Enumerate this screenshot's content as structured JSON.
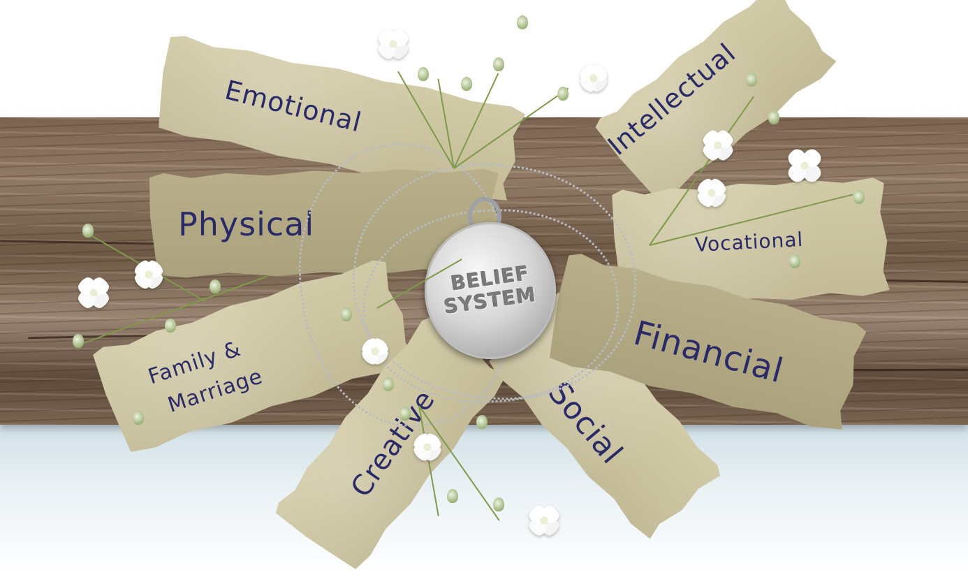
{
  "pendant": {
    "line1": "BELIEF",
    "line2": "SYSTEM"
  },
  "labels": {
    "emotional": "Emotional",
    "intellectual": "Intellectual",
    "physical": "Physical",
    "vocational": "Vocational",
    "family_line1": "Family &",
    "family_line2": "Marriage",
    "financial": "Financial",
    "creative": "Creative",
    "social": "Social"
  },
  "colors": {
    "label_text": "#2a2a66",
    "paper": "#c9c19e",
    "wood": "#7b6350"
  }
}
